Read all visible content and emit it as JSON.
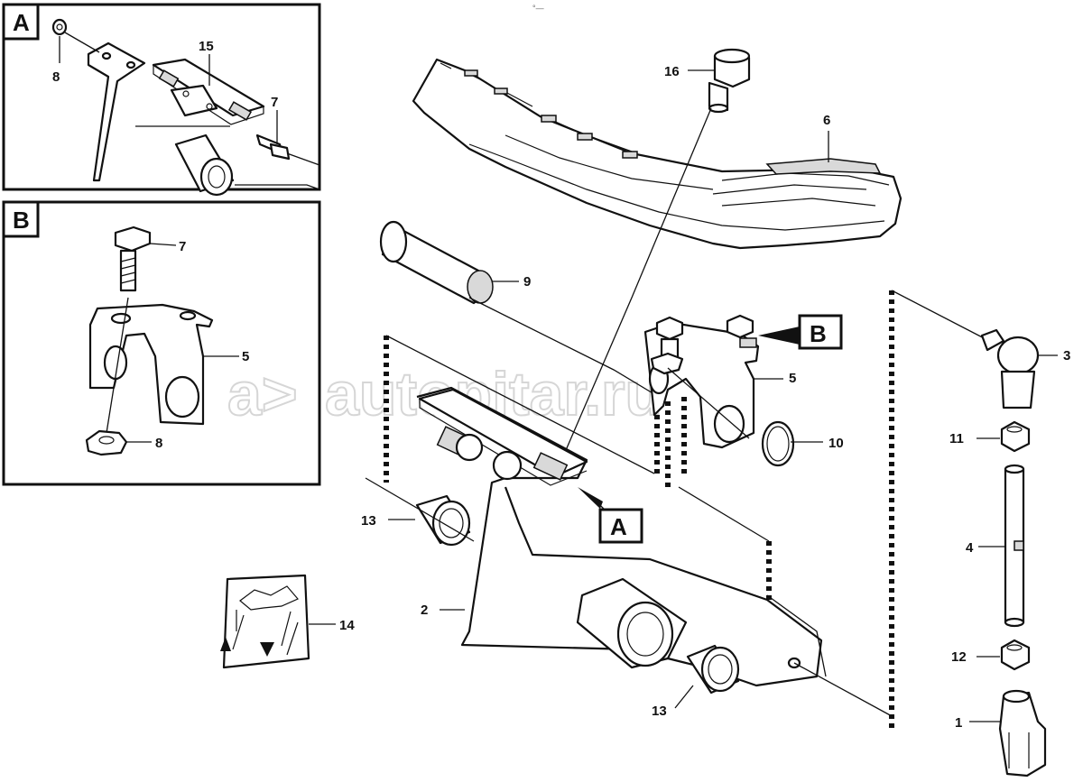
{
  "watermark": "autopitar.ru",
  "watermark_prefix": "a>",
  "corner_mark": "°—",
  "insets": [
    {
      "letter": "A",
      "labels": [
        "15",
        "8",
        "7"
      ]
    },
    {
      "letter": "B",
      "labels": [
        "7",
        "5",
        "8"
      ]
    }
  ],
  "callouts": {
    "view_a": "A",
    "view_b": "B"
  },
  "part_labels": {
    "p16": "16",
    "p6": "6",
    "p9": "9",
    "p5": "5",
    "p10": "10",
    "p3": "3",
    "p11": "11",
    "p4": "4",
    "p12": "12",
    "p1": "1",
    "p13a": "13",
    "p13b": "13",
    "p2": "2",
    "p14": "14"
  }
}
